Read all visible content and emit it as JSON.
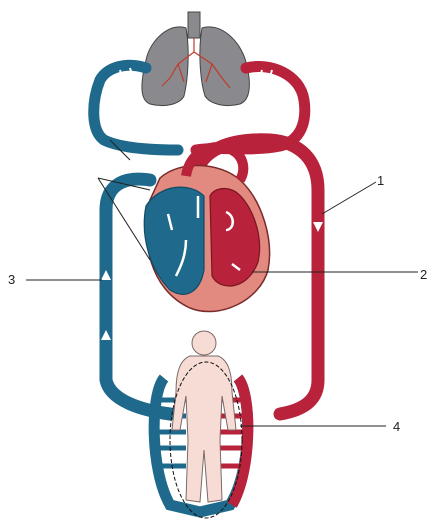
{
  "labels": {
    "one": "1",
    "two": "2",
    "three": "3",
    "four": "4"
  },
  "colors": {
    "artery_red": "#b8223a",
    "vein_blue": "#1f6a8c",
    "lung_gray": "#8a8a8e",
    "heart_pink": "#e28a80",
    "body_skin": "#f7dcd6"
  }
}
